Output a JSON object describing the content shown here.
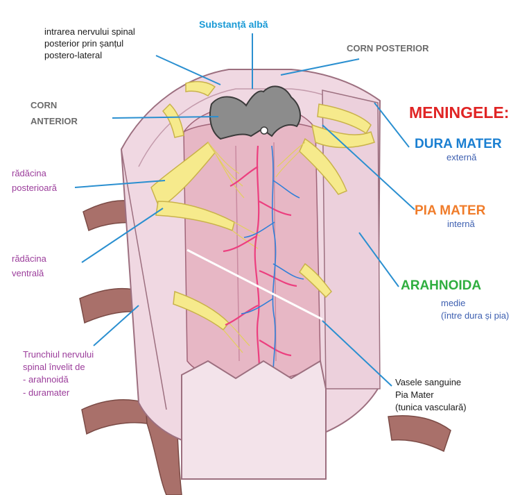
{
  "labels": {
    "substanta_alba": "Substanță albă",
    "intrarea": [
      "intrarea nervului spinal",
      "posterior prin șanțul",
      "postero-lateral"
    ],
    "corn_posterior": "CORN POSTERIOR",
    "corn_anterior": [
      "CORN",
      "ANTERIOR"
    ],
    "meningele": "MENINGELE:",
    "dura_mater": "DURA MATER",
    "externa": "externă",
    "radacina_posterioara": [
      "rădăcina",
      "posterioară"
    ],
    "pia_mater": "PIA MATER",
    "interna": "internă",
    "radacina_ventrala": [
      "rădăcina",
      "ventrală"
    ],
    "arahnoida": "ARAHNOIDA",
    "medie": [
      "medie",
      "(între dura și pia)"
    ],
    "trunchiul": [
      "Trunchiul nervului",
      "spinal învelit de",
      "- arahnoidă",
      "- duramater"
    ],
    "vasele": [
      "Vasele sanguine",
      "Pia Mater",
      "(tunica vasculară)"
    ]
  },
  "colors": {
    "substanta_alba": "#1a9ad6",
    "meningele": "#e02424",
    "dura_mater": "#1a7fd1",
    "pia_mater": "#f07c2a",
    "arahnoida": "#2fae3f",
    "leader_line": "#2a8fd0",
    "white_matter": "#ead2dc",
    "grey_matter": "#8c8c8c",
    "nerve_root": "#f6ea8c",
    "artery": "#ec3f7f",
    "vein": "#2f7fd8",
    "nerve_trunk": "#a9706a"
  }
}
